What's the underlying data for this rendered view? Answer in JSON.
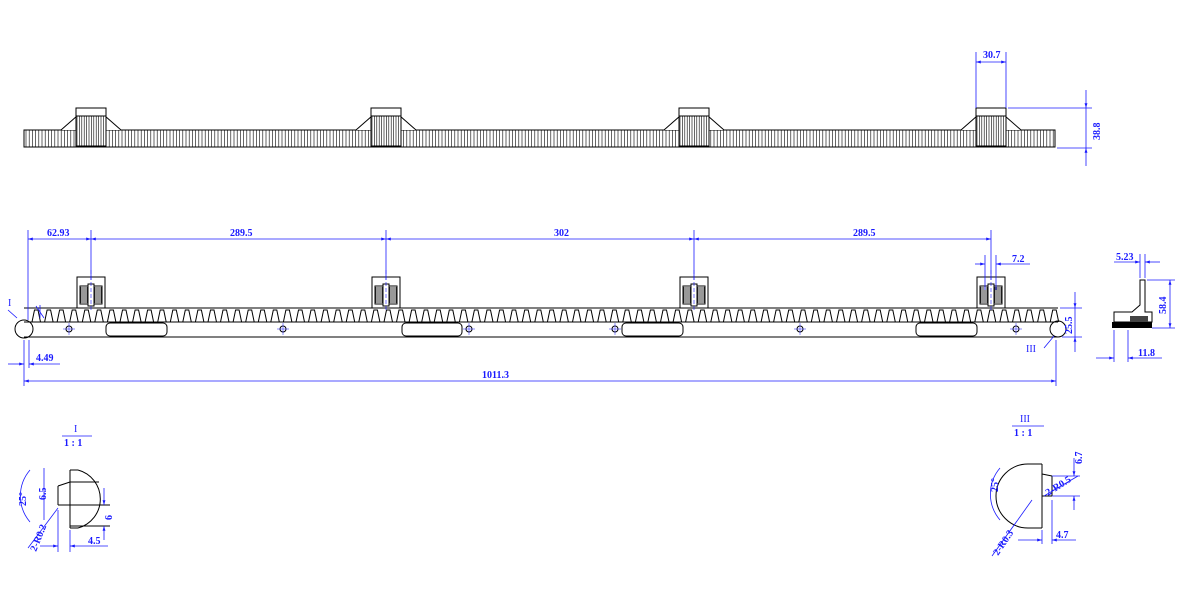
{
  "colors": {
    "outline": "#000000",
    "dimension": "#1a1aff",
    "background": "#ffffff"
  },
  "top_view": {
    "dim_width": "30.7",
    "dim_height": "38.8"
  },
  "front_view": {
    "spacing": [
      "62.93",
      "289.5",
      "302",
      "289.5"
    ],
    "dim_block": "7.2",
    "dim_total": "1011.3",
    "dim_left": "4.49",
    "dim_height": "25.5",
    "label_left": "I",
    "label_right": "III"
  },
  "side_view": {
    "dim_top": "5.23",
    "dim_height": "58.4",
    "dim_bottom": "11.8"
  },
  "detail_i": {
    "title": "I",
    "scale": "1 : 1",
    "angle": "25°",
    "dim_a": "6.5",
    "dim_b": "6",
    "dim_c": "4.5",
    "dim_radius": "2-R0.2"
  },
  "detail_iii": {
    "title": "III",
    "scale": "1 : 1",
    "angle": "25°",
    "dim_a": "6.7",
    "dim_b": "4.7",
    "dim_radius_top": "2-R0.5",
    "dim_radius_bottom": "2-R0.3"
  }
}
